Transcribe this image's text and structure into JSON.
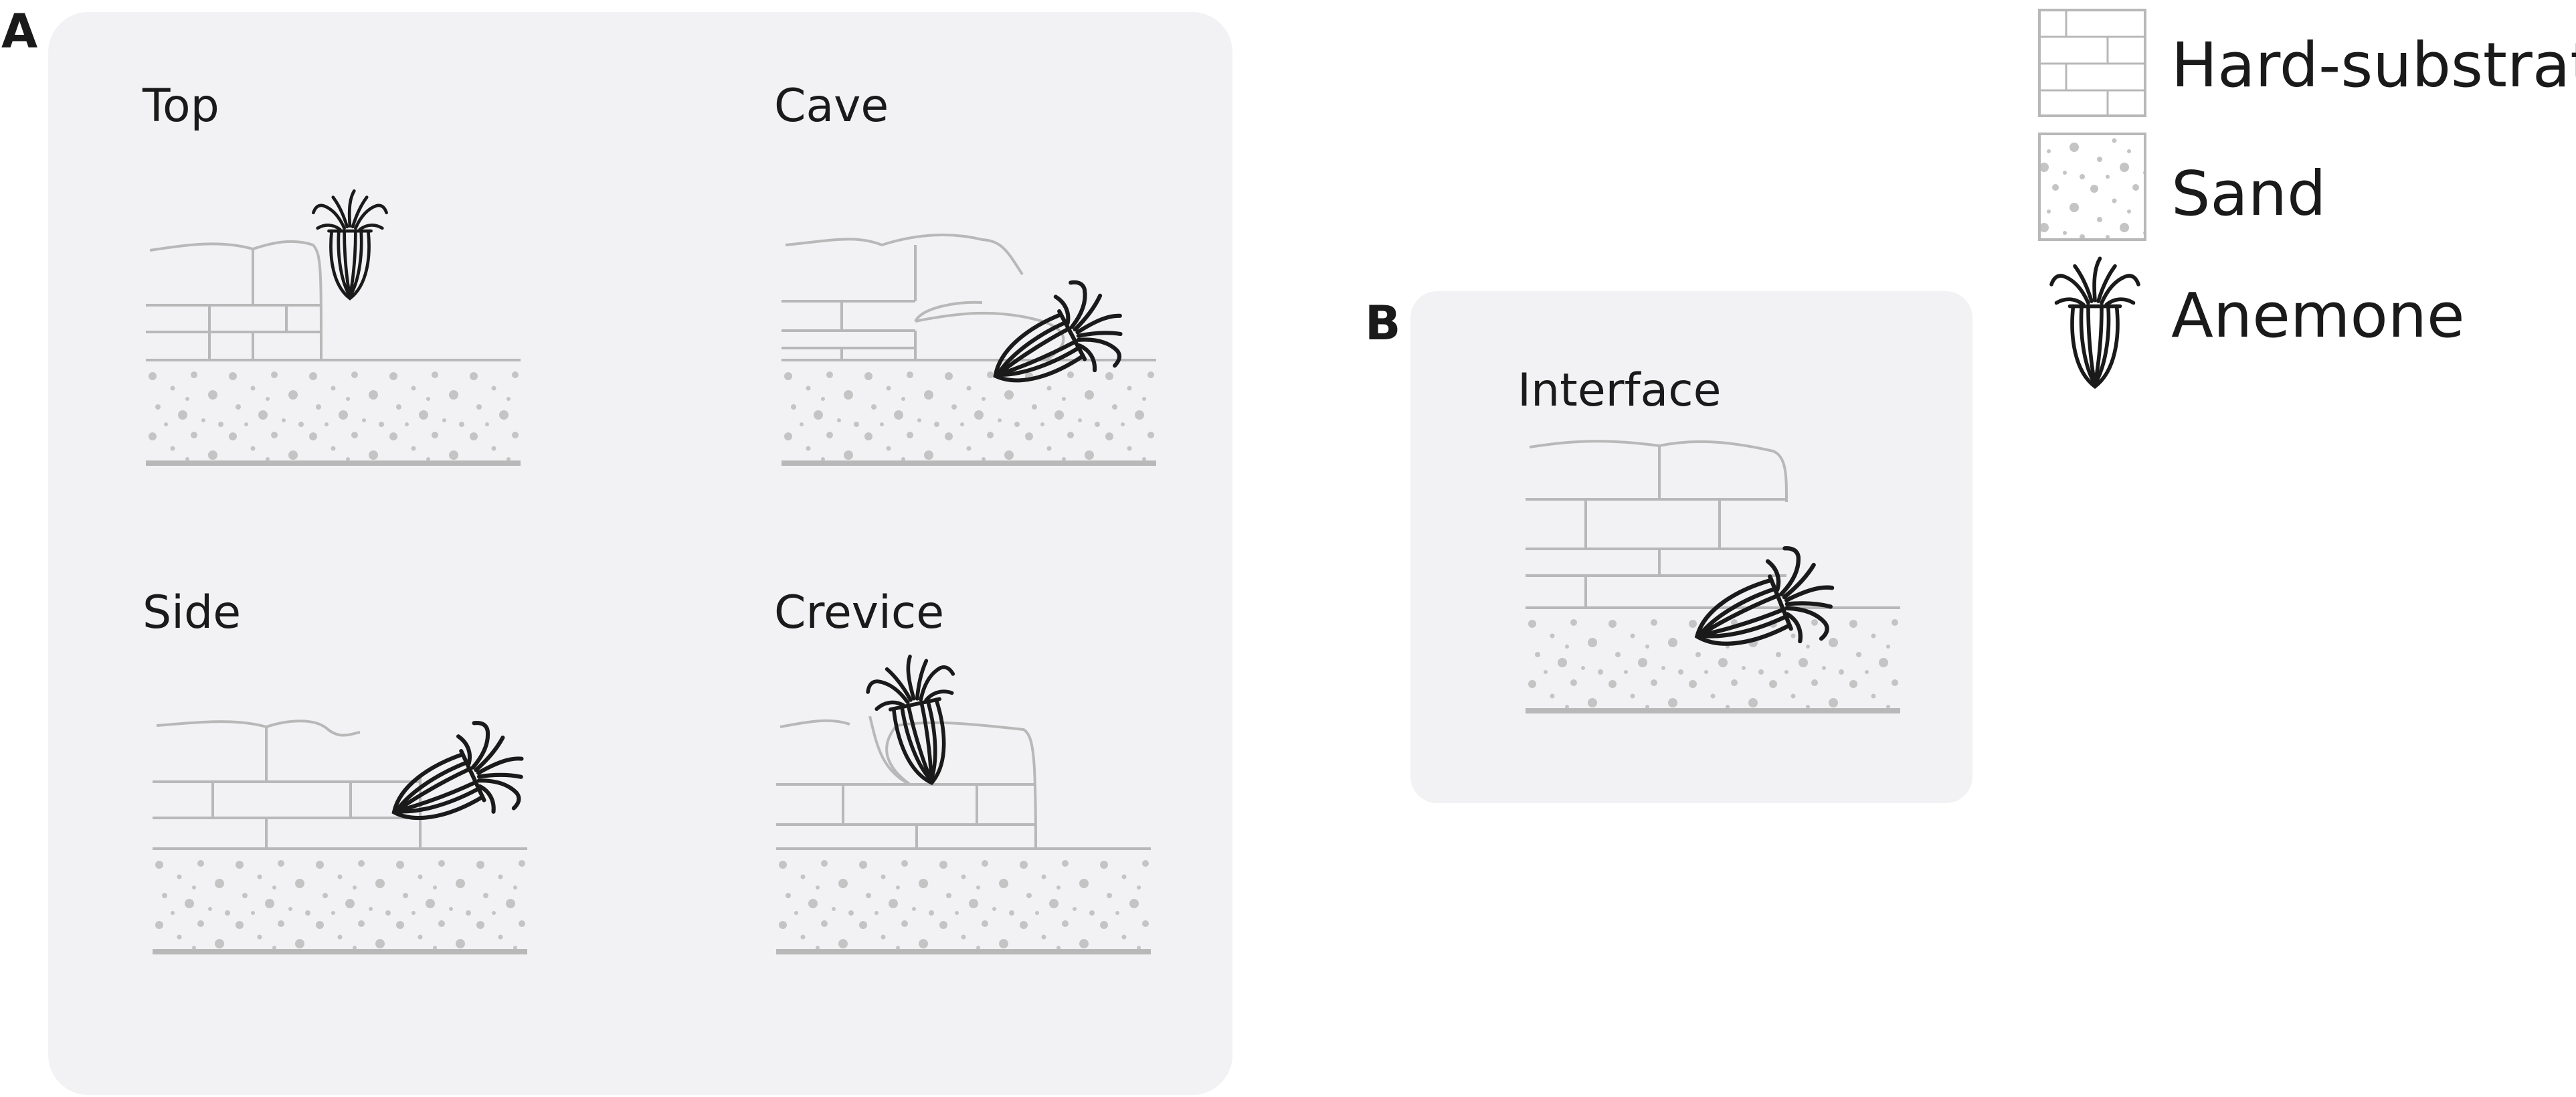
{
  "panels": {
    "a": {
      "letter": "A",
      "scenes": {
        "top": "Top",
        "cave": "Cave",
        "side": "Side",
        "crevice": "Crevice"
      }
    },
    "b": {
      "letter": "B",
      "scenes": {
        "interface": "Interface"
      }
    }
  },
  "legend": {
    "hard_substrate": "Hard-substrate",
    "sand": "Sand",
    "anemone": "Anemone"
  },
  "colors": {
    "panel_background": "#f2f2f4",
    "substrate_line": "#b8b8b8",
    "sand_dot": "#c4c4c4",
    "anemone_outline": "#1a1a1a"
  }
}
